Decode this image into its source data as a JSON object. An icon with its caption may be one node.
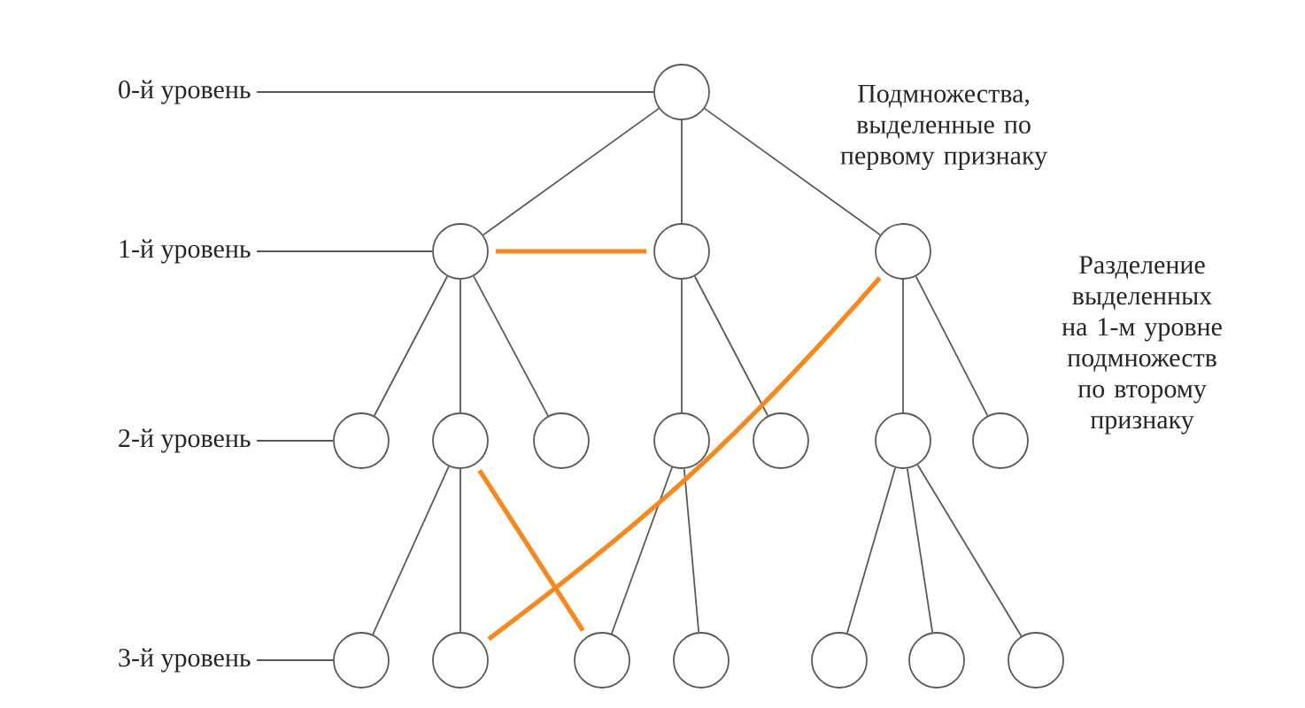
{
  "diagram": {
    "nodes": [
      {
        "text": [
          "0-й уровень"
        ]
      },
      {
        "text": [
          "1-й уровень"
        ]
      },
      {
        "text": [
          "2-й уровень"
        ]
      },
      {
        "text": [
          "3-й уровень"
        ]
      },
      {
        "text": [],
        "shape": "circle"
      },
      {
        "text": [],
        "shape": "circle"
      },
      {
        "text": [],
        "shape": "circle"
      },
      {
        "text": [],
        "shape": "circle"
      },
      {
        "text": [],
        "shape": "circle"
      },
      {
        "text": [],
        "shape": "circle"
      },
      {
        "text": [],
        "shape": "circle"
      },
      {
        "text": [],
        "shape": "circle"
      },
      {
        "text": [],
        "shape": "circle"
      },
      {
        "text": [],
        "shape": "circle"
      },
      {
        "text": [],
        "shape": "circle"
      },
      {
        "text": [],
        "shape": "circle"
      },
      {
        "text": [],
        "shape": "circle"
      },
      {
        "text": [],
        "shape": "circle"
      },
      {
        "text": [],
        "shape": "circle"
      },
      {
        "text": [],
        "shape": "circle"
      },
      {
        "text": [],
        "shape": "circle"
      },
      {
        "text": [],
        "shape": "circle"
      }
    ],
    "edges": [
      {
        "from": 0,
        "to": 4,
        "arrow": "none"
      },
      {
        "from": 1,
        "to": 5,
        "arrow": "none"
      },
      {
        "from": 2,
        "to": 8,
        "arrow": "none"
      },
      {
        "from": 3,
        "to": 15,
        "arrow": "none"
      },
      {
        "from": 4,
        "to": 5,
        "arrow": "none"
      },
      {
        "from": 4,
        "to": 6,
        "arrow": "none"
      },
      {
        "from": 4,
        "to": 7,
        "arrow": "none"
      },
      {
        "from": 5,
        "to": 8,
        "arrow": "none"
      },
      {
        "from": 5,
        "to": 9,
        "arrow": "none"
      },
      {
        "from": 5,
        "to": 10,
        "arrow": "none"
      },
      {
        "from": 6,
        "to": 11,
        "arrow": "none"
      },
      {
        "from": 6,
        "to": 12,
        "arrow": "none"
      },
      {
        "from": 7,
        "to": 13,
        "arrow": "none"
      },
      {
        "from": 7,
        "to": 14,
        "arrow": "none"
      },
      {
        "from": 9,
        "to": 15,
        "arrow": "none"
      },
      {
        "from": 9,
        "to": 16,
        "arrow": "none"
      },
      {
        "from": 11,
        "to": 17,
        "arrow": "none"
      },
      {
        "from": 11,
        "to": 18,
        "arrow": "none"
      },
      {
        "from": 13,
        "to": 19,
        "arrow": "none"
      },
      {
        "from": 13,
        "to": 20,
        "arrow": "none"
      },
      {
        "from": 13,
        "to": 21,
        "arrow": "none"
      },
      {
        "from": 5,
        "to": 6,
        "arrow": "none",
        "style": "thick",
        "color": "#f5891f"
      },
      {
        "from": 7,
        "to": 16,
        "arrow": "none",
        "style": "thick",
        "color": "#f5891f"
      },
      {
        "from": 9,
        "to": 17,
        "arrow": "none",
        "style": "thick",
        "color": "#f5891f"
      }
    ],
    "labels": [
      "Подмножества, выделенные по первому признаку",
      "Разделение выделенных на 1-м уровне подмножеств по второму признаку"
    ]
  }
}
